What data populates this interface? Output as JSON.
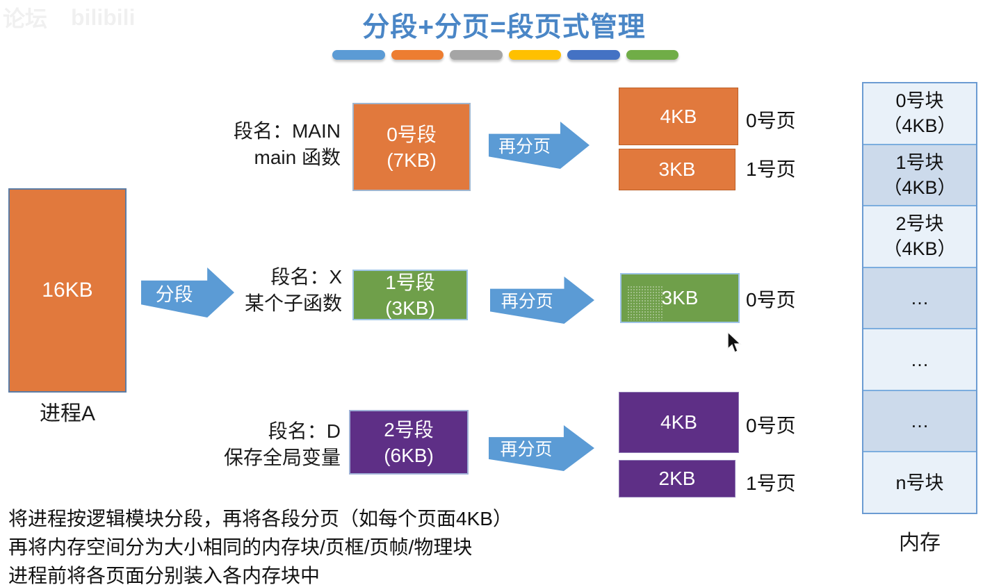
{
  "watermark": {
    "text1": "论坛",
    "text2": "bilibili"
  },
  "title": {
    "text": "分段+分页=段页式管理",
    "color": "#4a86c6",
    "underline_colors": [
      "#5b9bd5",
      "#ed7d31",
      "#a5a5a5",
      "#ffc000",
      "#4472c4",
      "#70ad47"
    ]
  },
  "process": {
    "size_label": "16KB",
    "name": "进程A",
    "color": "#e1793d"
  },
  "labels": {
    "segment_arrow": "分段",
    "repage_arrow": "再分页"
  },
  "segments": [
    {
      "name_line1": "段名：MAIN",
      "name_line2": "main 函数",
      "box_line1": "0号段",
      "box_line2": "(7KB)",
      "color": "#e1793d",
      "pages": [
        {
          "size": "4KB",
          "label": "0号页"
        },
        {
          "size": "3KB",
          "label": "1号页"
        }
      ]
    },
    {
      "name_line1": "段名：X",
      "name_line2": "某个子函数",
      "box_line1": "1号段",
      "box_line2": "(3KB)",
      "color": "#6f9f4a",
      "pages": [
        {
          "size": "3KB",
          "label": "0号页"
        }
      ]
    },
    {
      "name_line1": "段名：D",
      "name_line2": "保存全局变量",
      "box_line1": "2号段",
      "box_line2": "(6KB)",
      "color": "#5e2f86",
      "pages": [
        {
          "size": "4KB",
          "label": "0号页"
        },
        {
          "size": "2KB",
          "label": "1号页"
        }
      ]
    }
  ],
  "memory": {
    "label": "内存",
    "light_color": "#e9f1f9",
    "dark_color": "#ccdaeb",
    "blocks": [
      {
        "line1": "0号块",
        "line2": "（4KB）"
      },
      {
        "line1": "1号块",
        "line2": "（4KB）"
      },
      {
        "line1": "2号块",
        "line2": "（4KB）"
      },
      {
        "line1": "…",
        "line2": ""
      },
      {
        "line1": "…",
        "line2": ""
      },
      {
        "line1": "…",
        "line2": ""
      },
      {
        "line1": "n号块",
        "line2": ""
      }
    ]
  },
  "notes": [
    "将进程按逻辑模块分段，再将各段分页（如每个页面4KB）",
    "再将内存空间分为大小相同的内存块/页框/页帧/物理块",
    "进程前将各页面分别装入各内存块中"
  ]
}
